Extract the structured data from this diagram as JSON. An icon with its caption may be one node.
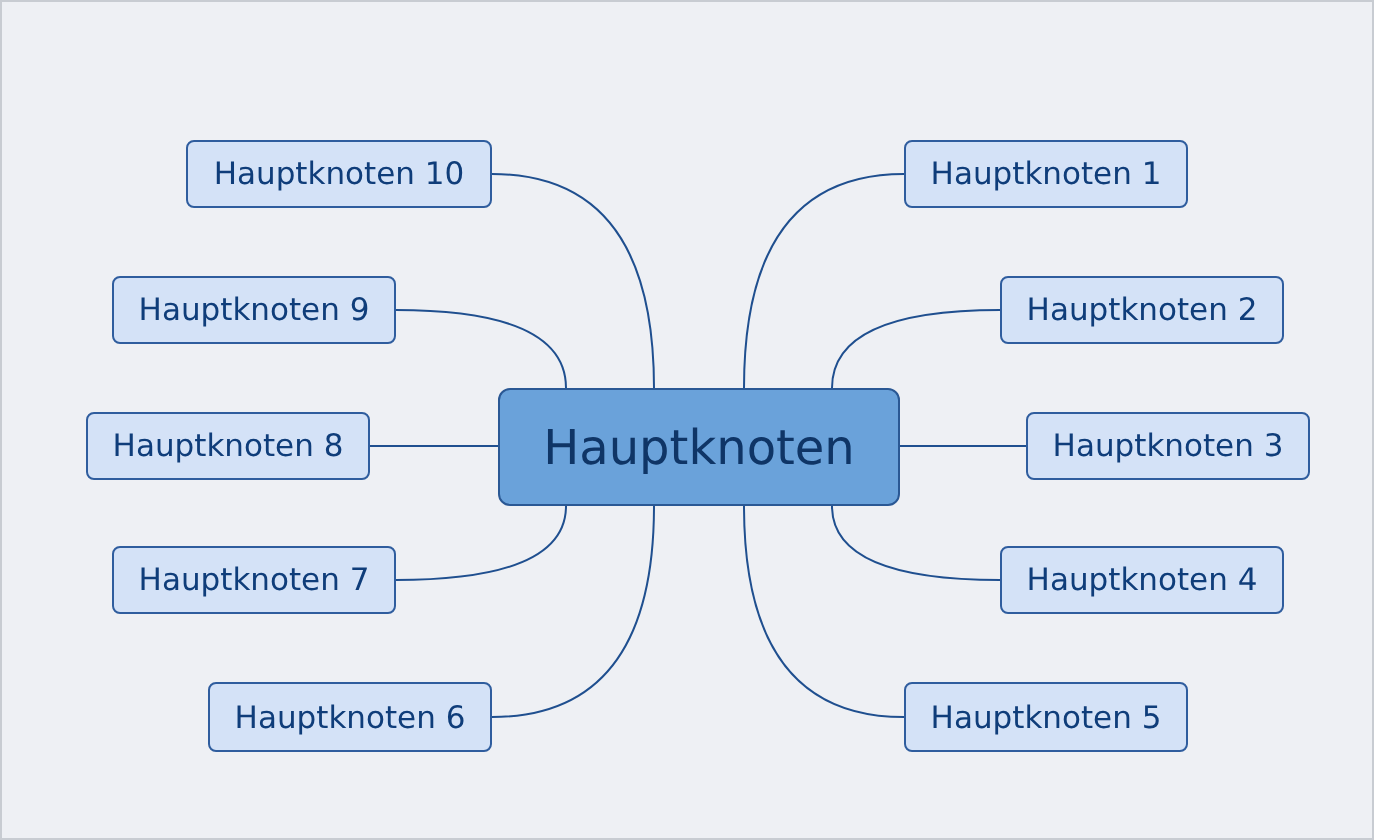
{
  "diagram": {
    "nodes": [
      {
        "text": [
          "Hauptknoten"
        ]
      },
      {
        "text": [
          "Hauptknoten 1"
        ]
      },
      {
        "text": [
          "Hauptknoten 2"
        ]
      },
      {
        "text": [
          "Hauptknoten 3"
        ]
      },
      {
        "text": [
          "Hauptknoten 4"
        ]
      },
      {
        "text": [
          "Hauptknoten 5"
        ]
      },
      {
        "text": [
          "Hauptknoten 6"
        ]
      },
      {
        "text": [
          "Hauptknoten 7"
        ]
      },
      {
        "text": [
          "Hauptknoten 8"
        ]
      },
      {
        "text": [
          "Hauptknoten 9"
        ]
      },
      {
        "text": [
          "Hauptknoten 10"
        ]
      }
    ],
    "edges": [
      {
        "from": 0,
        "to": 1,
        "arrow": "none"
      },
      {
        "from": 0,
        "to": 2,
        "arrow": "none"
      },
      {
        "from": 0,
        "to": 3,
        "arrow": "none"
      },
      {
        "from": 0,
        "to": 4,
        "arrow": "none"
      },
      {
        "from": 0,
        "to": 5,
        "arrow": "none"
      },
      {
        "from": 0,
        "to": 6,
        "arrow": "none"
      },
      {
        "from": 0,
        "to": 7,
        "arrow": "none"
      },
      {
        "from": 0,
        "to": 8,
        "arrow": "none"
      },
      {
        "from": 0,
        "to": 9,
        "arrow": "none"
      },
      {
        "from": 0,
        "to": 10,
        "arrow": "none"
      }
    ]
  }
}
